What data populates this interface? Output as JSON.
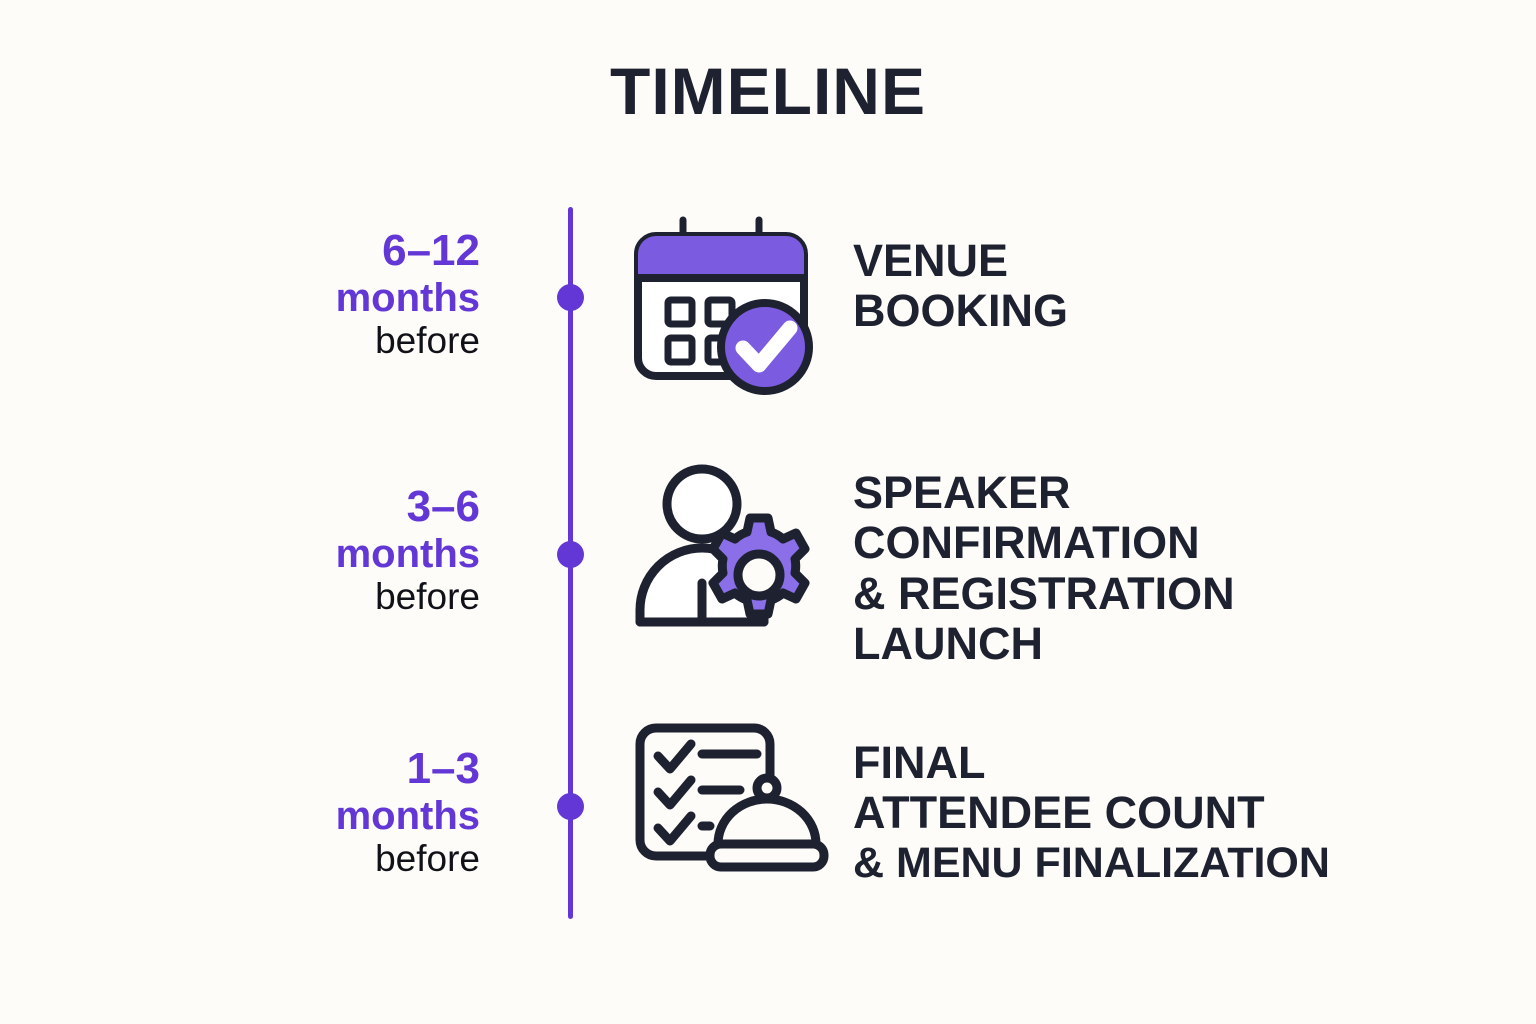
{
  "title": "TIMELINE",
  "theme": {
    "background": "#FDFCF8",
    "accent_purple": "#6337D6",
    "icon_purple": "#7B5CE0",
    "gear_purple": "#8A6FE8",
    "ink": "#1E2230",
    "text_black": "#101217",
    "white": "#FFFFFF"
  },
  "timeline": {
    "axis_color": "#6337D6",
    "milestones": [
      {
        "range": "6–12",
        "unit": "months",
        "qualifier": "before",
        "icon": "calendar-check-icon",
        "heading_lines": [
          "VENUE",
          "BOOKING"
        ]
      },
      {
        "range": "3–6",
        "unit": "months",
        "qualifier": "before",
        "icon": "person-gear-icon",
        "heading_lines": [
          "SPEAKER",
          "CONFIRMATION",
          "& REGISTRATION",
          "LAUNCH"
        ]
      },
      {
        "range": "1–3",
        "unit": "months",
        "qualifier": "before",
        "icon": "checklist-cloche-icon",
        "heading_lines": [
          "FINAL",
          "ATTENDEE COUNT",
          "& MENU FINALIZATION"
        ]
      }
    ]
  }
}
